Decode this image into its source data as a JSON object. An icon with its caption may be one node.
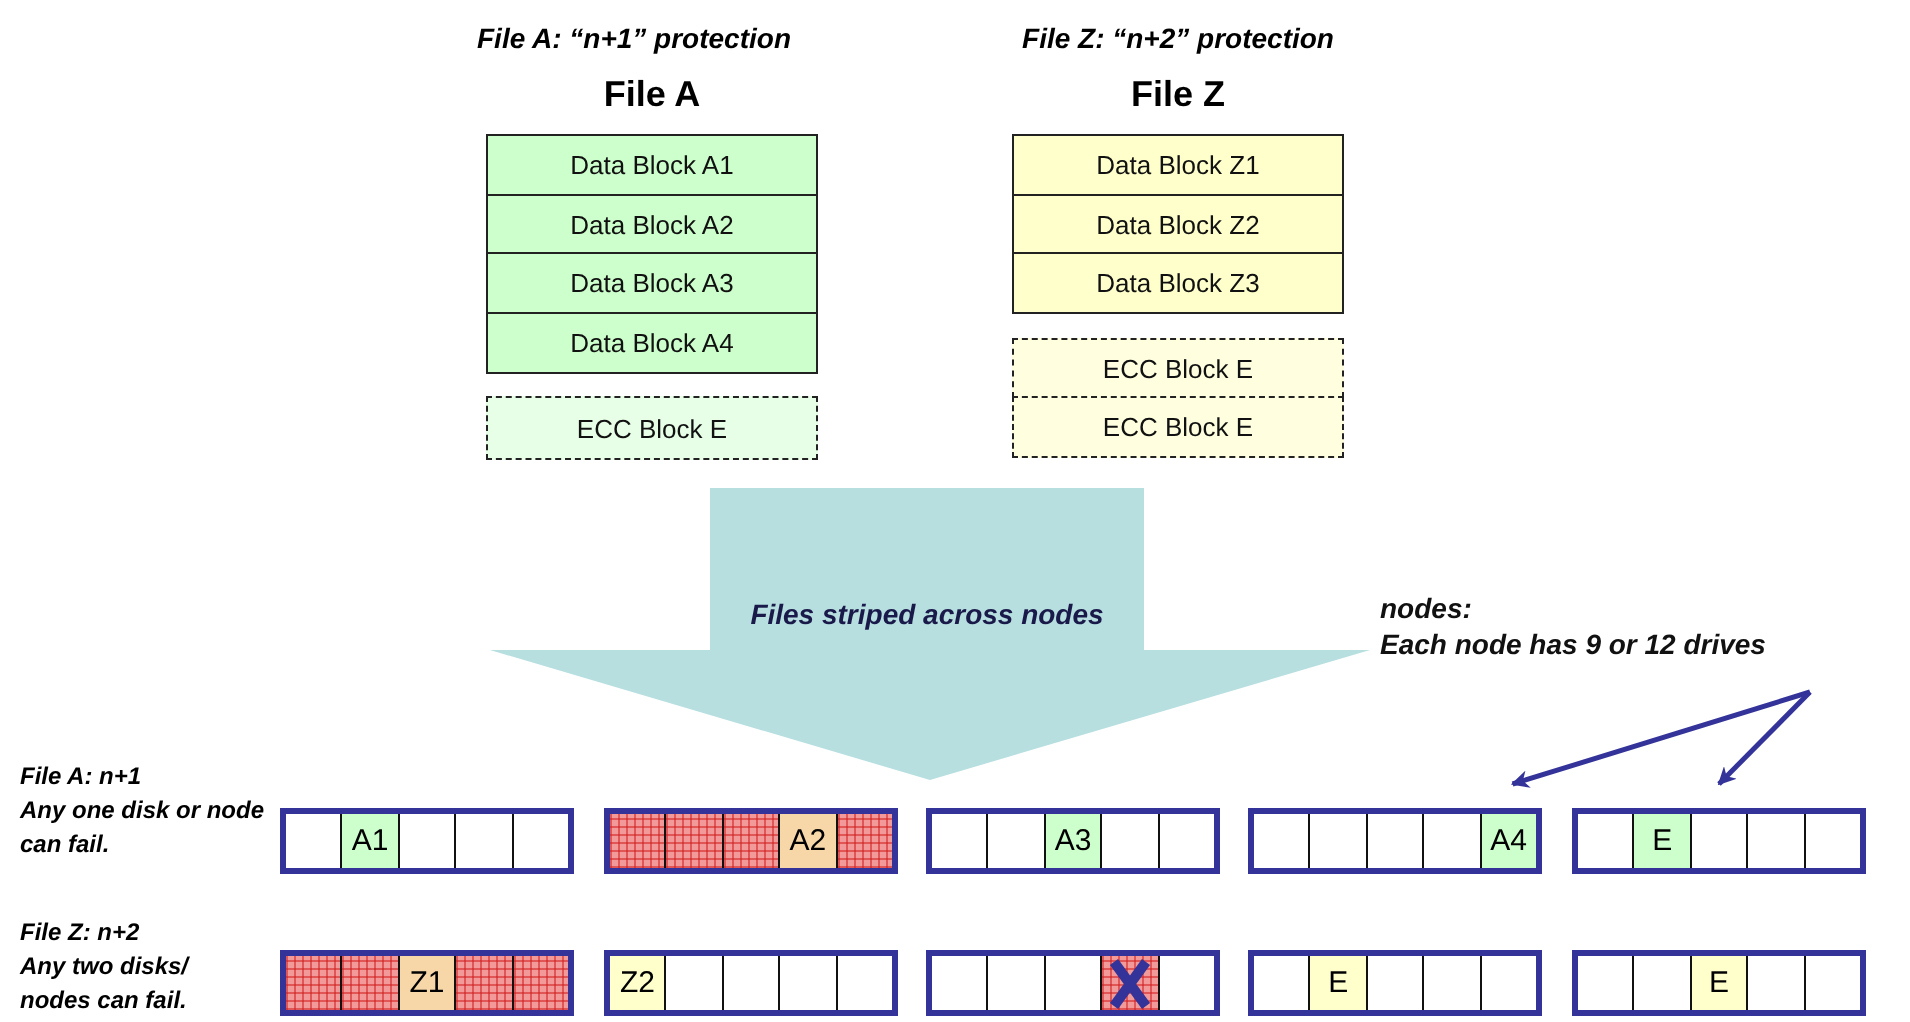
{
  "diagram": {
    "nodes": [
      {
        "text": [
          "Data Block A1"
        ]
      },
      {
        "text": [
          "Data Block A2"
        ]
      },
      {
        "text": [
          "Data Block A3"
        ]
      },
      {
        "text": [
          "Data Block A4"
        ]
      },
      {
        "text": [
          "ECC Block E"
        ]
      },
      {
        "text": [
          "Data Block Z1"
        ]
      },
      {
        "text": [
          "Data Block Z2"
        ]
      },
      {
        "text": [
          "Data Block Z3"
        ]
      },
      {
        "text": [
          "ECC Block E"
        ]
      },
      {
        "text": [
          "ECC Block E"
        ]
      },
      {
        "text": [
          "Files striped across nodes"
        ]
      },
      {
        "text": [
          "nodes:",
          "Each node has 9 or 12 drives"
        ]
      },
      {
        "text": [],
        "shape": "box"
      },
      {
        "text": [],
        "shape": "box",
        "in": 12
      },
      {
        "text": [
          "A1"
        ],
        "in": 12
      },
      {
        "text": [],
        "shape": "box",
        "in": 12
      },
      {
        "text": [],
        "shape": "box",
        "in": 12
      },
      {
        "text": [],
        "shape": "box",
        "in": 12
      },
      {
        "text": [],
        "shape": "box"
      },
      {
        "text": [],
        "shape": "box",
        "in": 18
      },
      {
        "text": [],
        "shape": "box",
        "in": 18
      },
      {
        "text": [],
        "shape": "box",
        "in": 18
      },
      {
        "text": [
          "A2"
        ],
        "in": 18
      },
      {
        "text": [],
        "shape": "box",
        "in": 18
      },
      {
        "text": [],
        "shape": "box"
      },
      {
        "text": [],
        "shape": "box",
        "in": 24
      },
      {
        "text": [],
        "shape": "box",
        "in": 24
      },
      {
        "text": [
          "A3"
        ],
        "in": 24
      },
      {
        "text": [],
        "shape": "box",
        "in": 24
      },
      {
        "text": [],
        "shape": "box",
        "in": 24
      },
      {
        "text": [],
        "shape": "box"
      },
      {
        "text": [],
        "shape": "box",
        "in": 30
      },
      {
        "text": [],
        "shape": "box",
        "in": 30
      },
      {
        "text": [],
        "shape": "box",
        "in": 30
      },
      {
        "text": [],
        "shape": "box",
        "in": 30
      },
      {
        "text": [
          "A4"
        ],
        "in": 30
      },
      {
        "text": [],
        "shape": "box"
      },
      {
        "text": [],
        "shape": "box",
        "in": 36
      },
      {
        "text": [
          "E"
        ],
        "in": 36
      },
      {
        "text": [],
        "shape": "box",
        "in": 36
      },
      {
        "text": [],
        "shape": "box",
        "in": 36
      },
      {
        "text": [],
        "shape": "box",
        "in": 36
      },
      {
        "text": [],
        "shape": "box"
      },
      {
        "text": [],
        "shape": "box",
        "in": 42
      },
      {
        "text": [],
        "shape": "box",
        "in": 42
      },
      {
        "text": [
          "Z1"
        ],
        "in": 42
      },
      {
        "text": [],
        "shape": "box",
        "in": 42
      },
      {
        "text": [],
        "shape": "box",
        "in": 42
      },
      {
        "text": [],
        "shape": "box"
      },
      {
        "text": [
          "Z2"
        ],
        "in": 48
      },
      {
        "text": [],
        "shape": "box",
        "in": 48
      },
      {
        "text": [],
        "shape": "box",
        "in": 48
      },
      {
        "text": [],
        "shape": "box",
        "in": 48
      },
      {
        "text": [],
        "shape": "box",
        "in": 48
      },
      {
        "text": [],
        "shape": "box"
      },
      {
        "text": [],
        "shape": "box",
        "in": 54
      },
      {
        "text": [],
        "shape": "box",
        "in": 54
      },
      {
        "text": [],
        "shape": "box",
        "in": 54
      },
      {
        "text": [],
        "shape": "box",
        "in": 54
      },
      {
        "text": [],
        "shape": "box",
        "in": 54
      },
      {
        "text": [],
        "shape": "box"
      },
      {
        "text": [],
        "shape": "box",
        "in": 60
      },
      {
        "text": [
          "E"
        ],
        "in": 60
      },
      {
        "text": [],
        "shape": "box",
        "in": 60
      },
      {
        "text": [],
        "shape": "box",
        "in": 60
      },
      {
        "text": [],
        "shape": "box",
        "in": 60
      },
      {
        "text": [],
        "shape": "box"
      },
      {
        "text": [],
        "shape": "box",
        "in": 66
      },
      {
        "text": [],
        "shape": "box",
        "in": 66
      },
      {
        "text": [
          "E"
        ],
        "in": 66
      },
      {
        "text": [],
        "shape": "box",
        "in": 66
      },
      {
        "text": [],
        "shape": "box",
        "in": 66
      }
    ],
    "edges": [
      {
        "from": 11,
        "to": 30,
        "arrow": "to"
      },
      {
        "from": 11,
        "to": 36,
        "arrow": "to"
      }
    ],
    "labels": [
      "File A: “n+1” protection",
      "File A",
      "File Z: “n+2” protection",
      "File Z",
      "File A: n+1",
      "Any one disk or node can fail.",
      "File Z: n+2",
      "Any two disks/ nodes can fail."
    ]
  }
}
